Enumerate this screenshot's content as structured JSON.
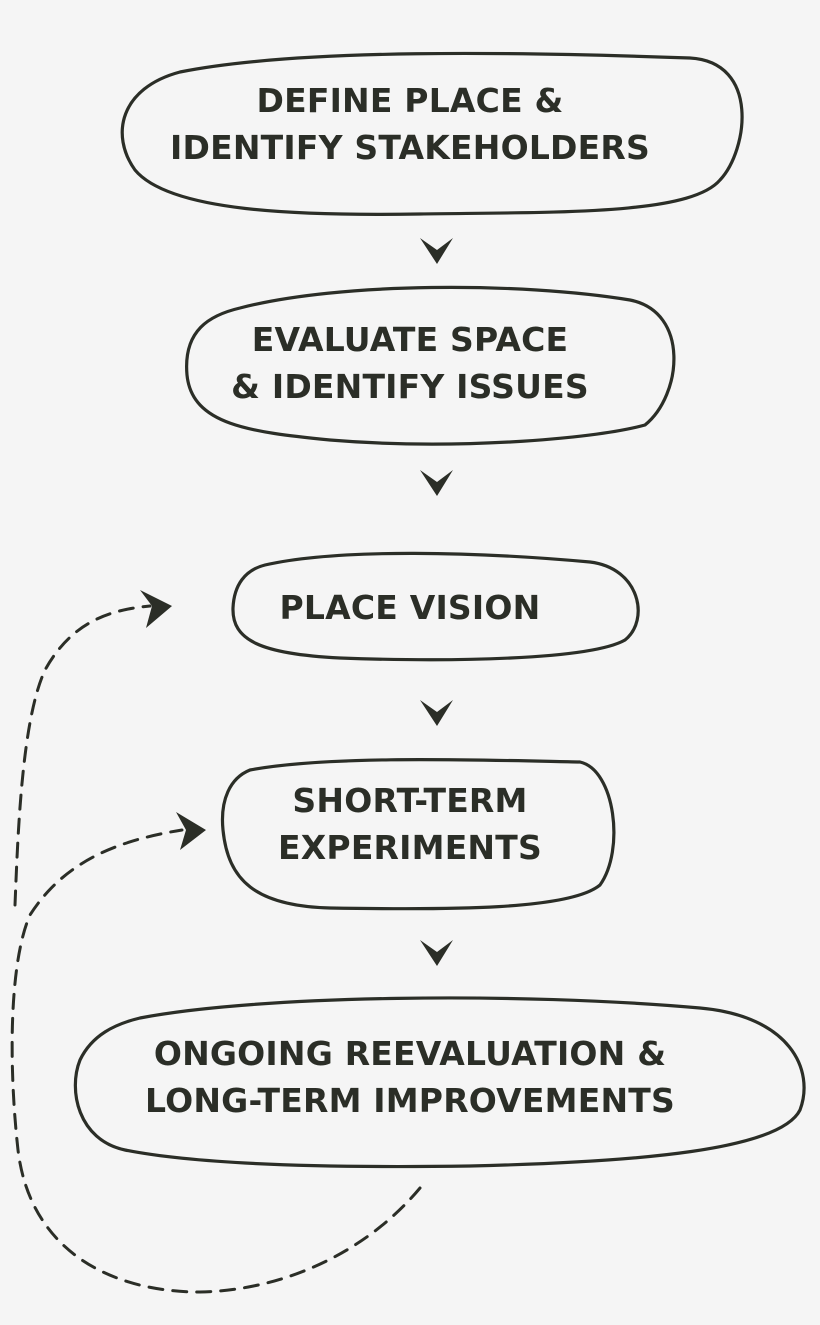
{
  "steps": [
    {
      "lines": [
        "DEFINE PLACE &",
        "IDENTIFY STAKEHOLDERS"
      ]
    },
    {
      "lines": [
        "EVALUATE SPACE",
        "& IDENTIFY ISSUES"
      ]
    },
    {
      "lines": [
        "PLACE VISION"
      ]
    },
    {
      "lines": [
        "SHORT-TERM",
        "EXPERIMENTS"
      ]
    },
    {
      "lines": [
        "ONGOING REEVALUATION &",
        "LONG-TERM IMPROVEMENTS"
      ]
    }
  ],
  "colors": {
    "ink": "#2b2e27",
    "background": "#f5f5f5"
  }
}
